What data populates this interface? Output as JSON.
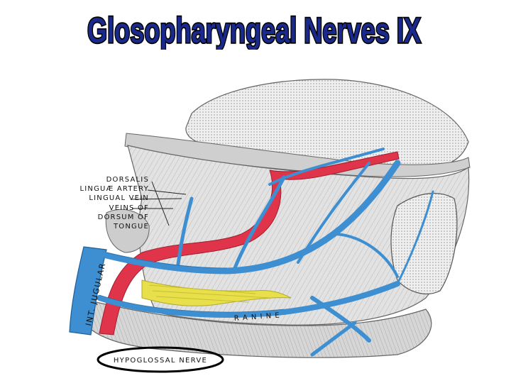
{
  "title": "Glosopharyngeal Nerves IX",
  "labels": {
    "dorsalis": "DORSALIS",
    "linguae_artery": "LINGUÆ ARTERY",
    "lingual_vein": "LINGUAL VEIN",
    "veins_of": "VEINS OF",
    "dorsum_of": "DORSUM OF",
    "tongue": "TONGUE",
    "int_jugular": "INT. JUGULAR",
    "ranine": "R A N I N E",
    "hypoglossal_nerve": "HYPOGLOSSAL NERVE"
  },
  "colors": {
    "title_fill": "#1a2a8c",
    "title_outline": "#000000",
    "vein": "#3d8fd1",
    "artery": "#e0344a",
    "nerve": "#e8e04a",
    "tissue": "#d9d9d9",
    "outline": "#555555"
  }
}
